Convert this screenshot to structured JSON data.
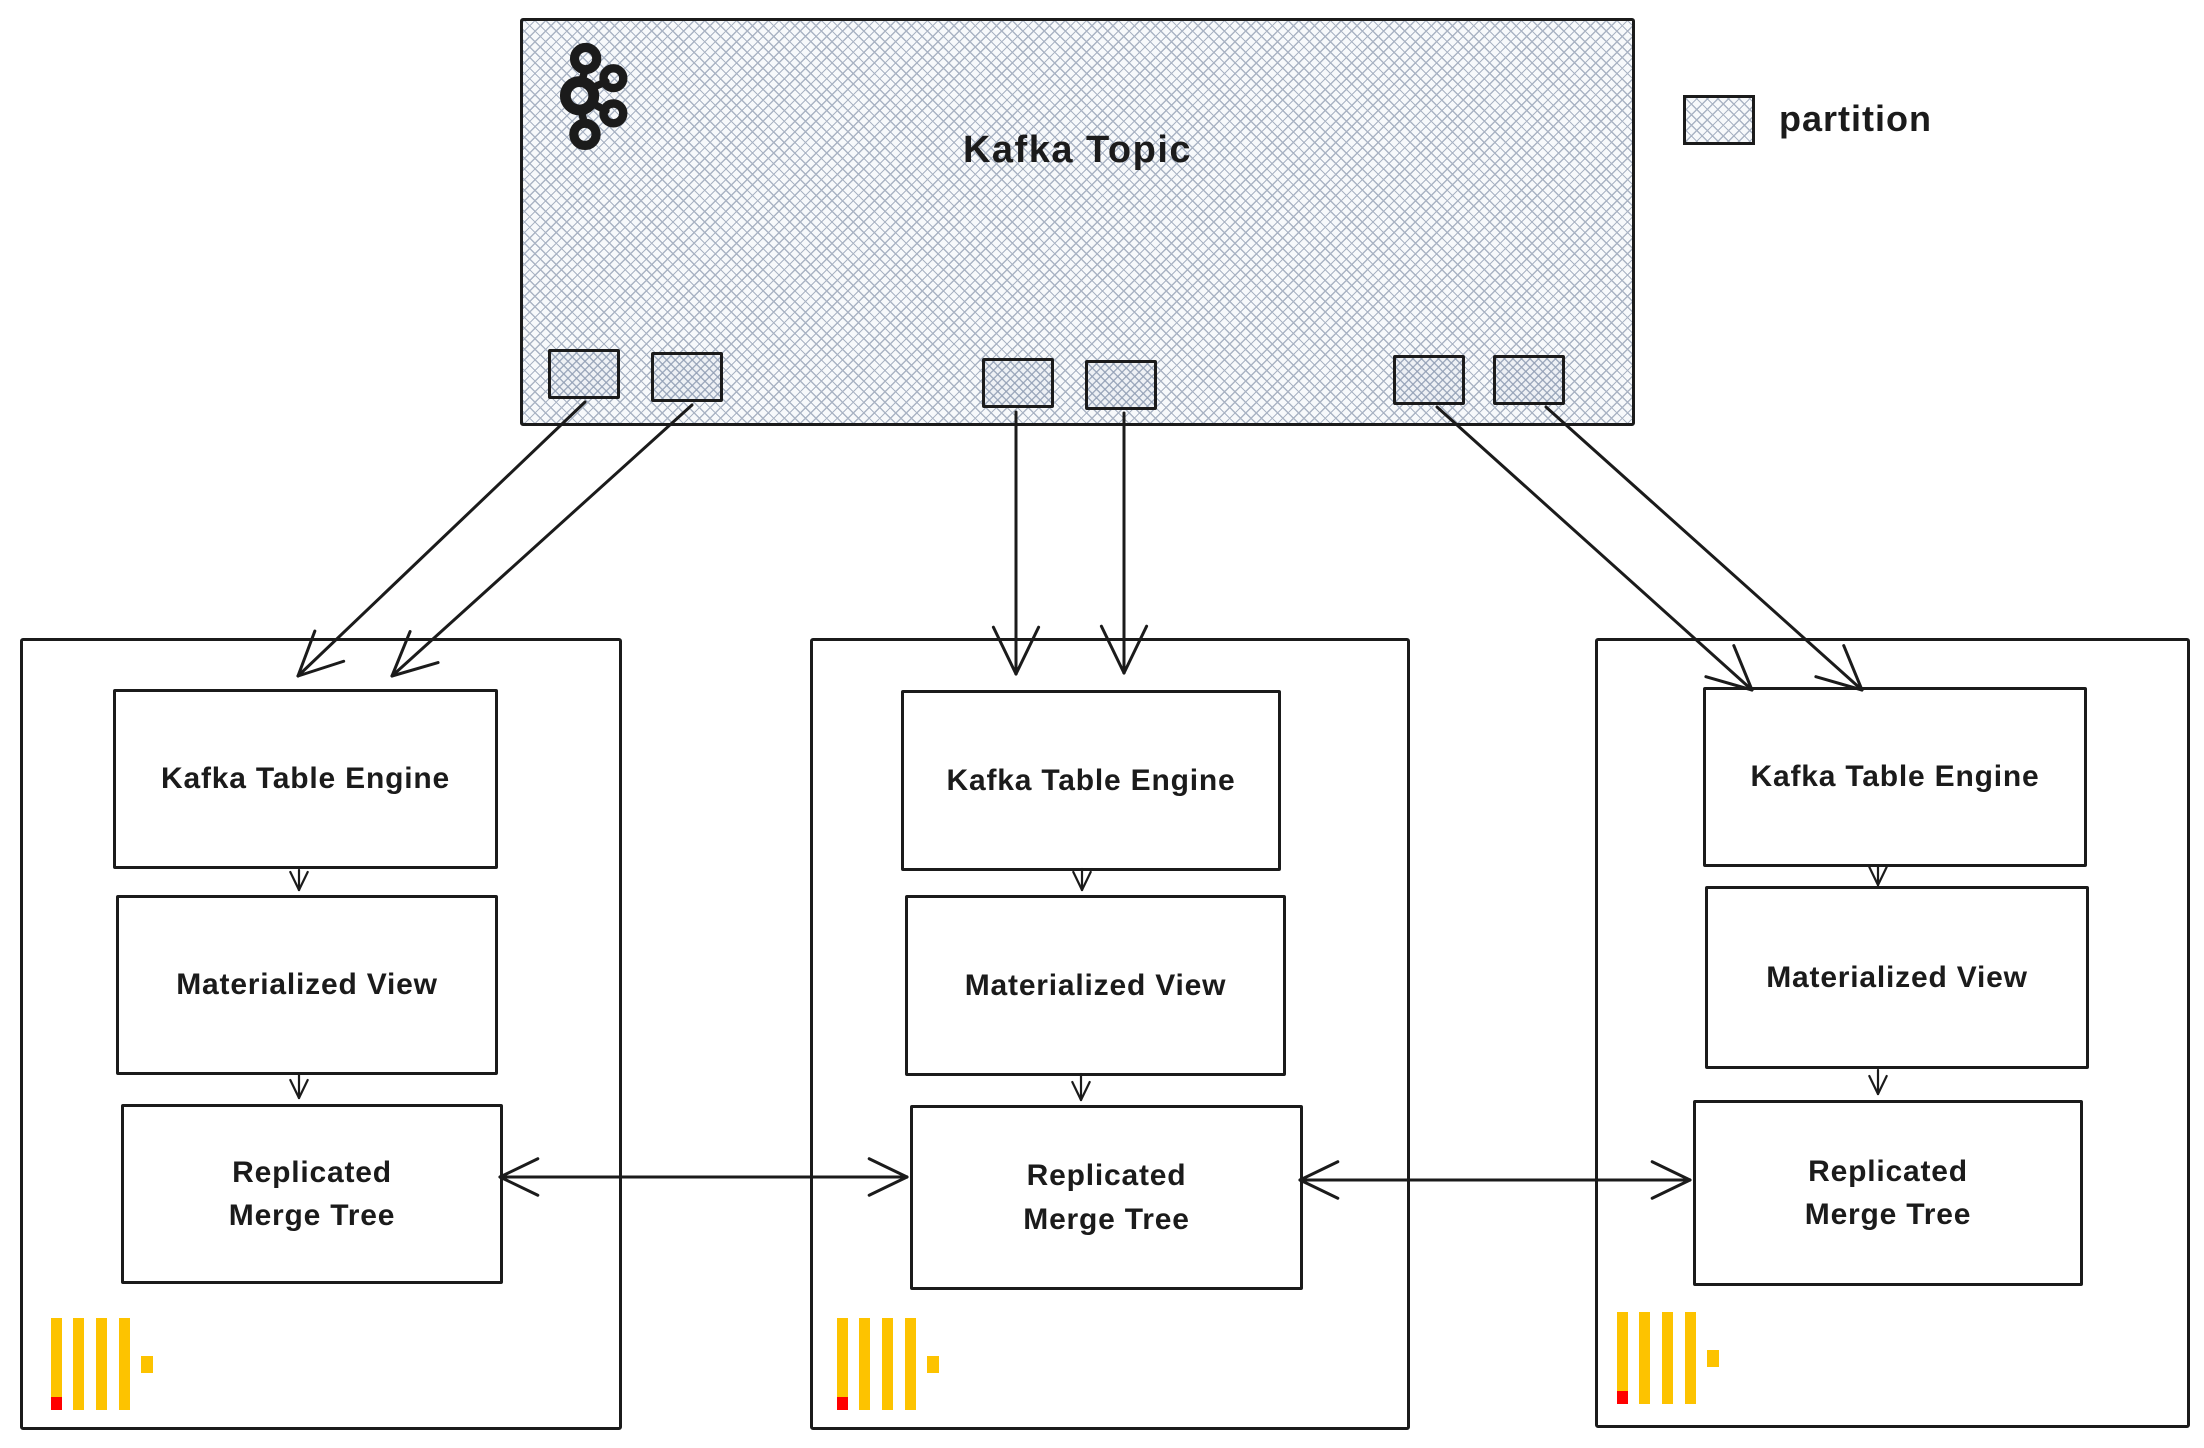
{
  "diagram": {
    "title": "Kafka Topic",
    "legend": {
      "label": "partition"
    },
    "labels": {
      "kafka_table_engine": "Kafka Table Engine",
      "materialized_view": "Materialized View",
      "replicated_line1": "Replicated",
      "replicated_line2": "Merge Tree"
    },
    "partitions": [
      "partition-1",
      "partition-2",
      "partition-3",
      "partition-4",
      "partition-5",
      "partition-6"
    ],
    "nodes": [
      "replica-node-1",
      "replica-node-2",
      "replica-node-3"
    ],
    "icons": {
      "topic": "kafka-logo",
      "node": "clickhouse-logo"
    },
    "colors": {
      "ink": "#1b1b1b",
      "hatch_line": "#aab4c4",
      "hatch_bg": "#f7f9fb",
      "clickhouse_yellow": "#FDC300",
      "clickhouse_red": "#FF0000"
    },
    "edges": [
      {
        "id": "edge-partition-1-to-node-1",
        "from": "partition-1",
        "to": "replica-node-1.kafka-table-engine",
        "arrow": "single"
      },
      {
        "id": "edge-partition-2-to-node-1",
        "from": "partition-2",
        "to": "replica-node-1.kafka-table-engine",
        "arrow": "single"
      },
      {
        "id": "edge-partition-3-to-node-2",
        "from": "partition-3",
        "to": "replica-node-2.kafka-table-engine",
        "arrow": "single"
      },
      {
        "id": "edge-partition-4-to-node-2",
        "from": "partition-4",
        "to": "replica-node-2.kafka-table-engine",
        "arrow": "single"
      },
      {
        "id": "edge-partition-5-to-node-3",
        "from": "partition-5",
        "to": "replica-node-3.kafka-table-engine",
        "arrow": "single"
      },
      {
        "id": "edge-partition-6-to-node-3",
        "from": "partition-6",
        "to": "replica-node-3.kafka-table-engine",
        "arrow": "single"
      },
      {
        "id": "edge-node-1-kte-to-mv",
        "from": "replica-node-1.kafka-table-engine",
        "to": "replica-node-1.materialized-view",
        "arrow": "single"
      },
      {
        "id": "edge-node-1-mv-to-rmt",
        "from": "replica-node-1.materialized-view",
        "to": "replica-node-1.replicated-merge-tree",
        "arrow": "single"
      },
      {
        "id": "edge-node-2-kte-to-mv",
        "from": "replica-node-2.kafka-table-engine",
        "to": "replica-node-2.materialized-view",
        "arrow": "single"
      },
      {
        "id": "edge-node-2-mv-to-rmt",
        "from": "replica-node-2.materialized-view",
        "to": "replica-node-2.replicated-merge-tree",
        "arrow": "single"
      },
      {
        "id": "edge-node-3-kte-to-mv",
        "from": "replica-node-3.kafka-table-engine",
        "to": "replica-node-3.materialized-view",
        "arrow": "single"
      },
      {
        "id": "edge-node-3-mv-to-rmt",
        "from": "replica-node-3.materialized-view",
        "to": "replica-node-3.replicated-merge-tree",
        "arrow": "single"
      },
      {
        "id": "edge-rmt-1-to-rmt-2",
        "from": "replica-node-1.replicated-merge-tree",
        "to": "replica-node-2.replicated-merge-tree",
        "arrow": "double"
      },
      {
        "id": "edge-rmt-2-to-rmt-3",
        "from": "replica-node-2.replicated-merge-tree",
        "to": "replica-node-3.replicated-merge-tree",
        "arrow": "double"
      }
    ]
  }
}
